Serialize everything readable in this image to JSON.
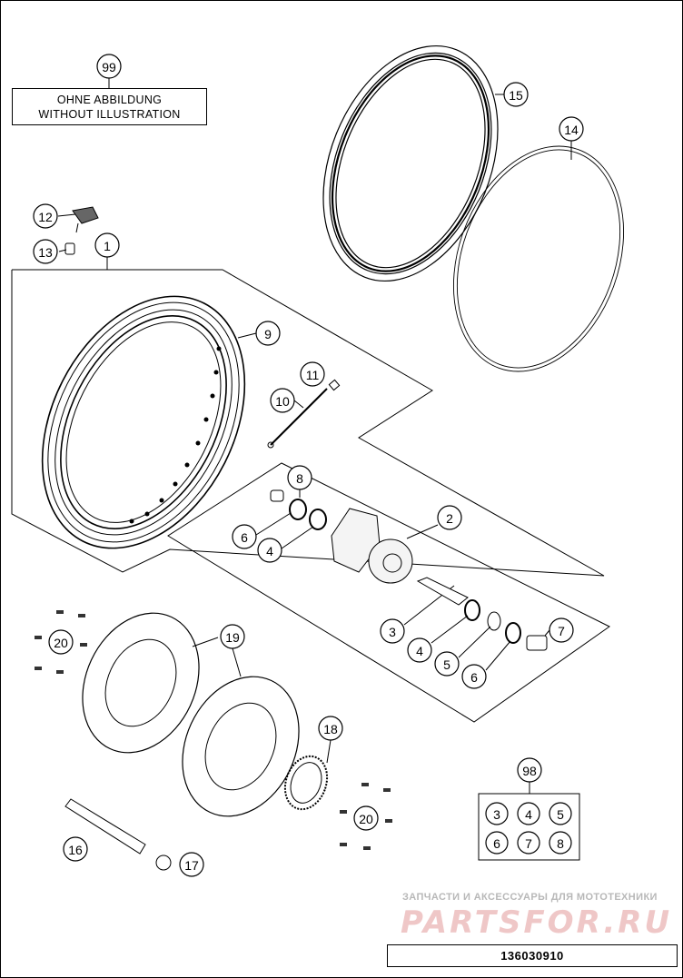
{
  "note": {
    "callout": "99",
    "line1": "OHNE ABBILDUNG",
    "line2": "WITHOUT ILLUSTRATION"
  },
  "callouts": {
    "c1": "1",
    "c2": "2",
    "c3a": "3",
    "c4a": "4",
    "c4b": "4",
    "c5": "5",
    "c6a": "6",
    "c6b": "6",
    "c7": "7",
    "c8": "8",
    "c9": "9",
    "c10": "10",
    "c11": "11",
    "c12": "12",
    "c13": "13",
    "c14": "14",
    "c15": "15",
    "c16": "16",
    "c17": "17",
    "c18": "18",
    "c19": "19",
    "c20a": "20",
    "c20b": "20"
  },
  "kit": {
    "callout": "98",
    "items": [
      "3",
      "4",
      "5",
      "6",
      "7",
      "8"
    ]
  },
  "watermark": {
    "text": "ЗАПЧАСТИ И АКСЕССУАРЫ ДЛЯ МОТОТЕХНИКИ",
    "logo": "PARTSFOR.RU"
  },
  "doc_number": "136030910",
  "colors": {
    "line": "#000000",
    "watermark_logo": "#efc7c7",
    "watermark_text": "#b8b8b8"
  }
}
